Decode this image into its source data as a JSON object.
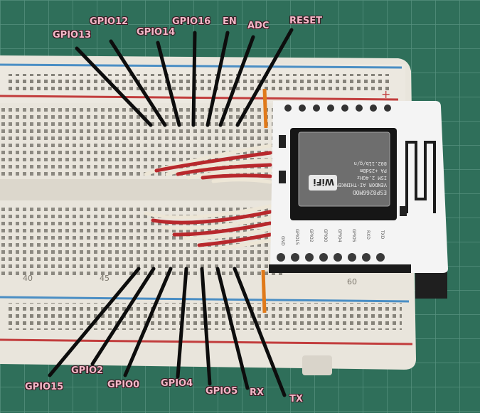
{
  "labels_top": [
    {
      "key": "gpio13",
      "text": "GPIO13"
    },
    {
      "key": "gpio12",
      "text": "GPIO12"
    },
    {
      "key": "gpio14",
      "text": "GPIO14"
    },
    {
      "key": "gpio16",
      "text": "GPIO16"
    },
    {
      "key": "en",
      "text": "EN"
    },
    {
      "key": "adc",
      "text": "ADC"
    },
    {
      "key": "reset",
      "text": "RESET"
    }
  ],
  "labels_bottom": [
    {
      "key": "gpio15",
      "text": "GPIO15"
    },
    {
      "key": "gpio2",
      "text": "GPIO2"
    },
    {
      "key": "gpio0",
      "text": "GPIO0"
    },
    {
      "key": "gpio4",
      "text": "GPIO4"
    },
    {
      "key": "gpio5",
      "text": "GPIO5"
    },
    {
      "key": "rx",
      "text": "RX"
    },
    {
      "key": "tx",
      "text": "TX"
    }
  ],
  "breadboard": {
    "column_numbers": [
      "40",
      "45",
      "60"
    ],
    "rail_plus": "+",
    "rail_minus": "-"
  },
  "module": {
    "shield_text": [
      "ESP8266MOD",
      "VENDOR AI-THINKER",
      "ISM 2.4GHz",
      "PA +25dBm",
      "802.11b/g/n"
    ],
    "wifi_logo": "WiFi",
    "board_pins_bottom": [
      "GND",
      "GPIO15",
      "GPIO2",
      "GPIO0",
      "GPIO4",
      "GPIO5",
      "RXD",
      "TXD"
    ]
  },
  "colors": {
    "label_fill": "#f3b8c8",
    "label_outline": "#3a1a22",
    "leader_line": "#0d0d0d",
    "mat": "#2f6f5a",
    "breadboard": "#e9e5dc",
    "wire_red": "#b8282c",
    "wire_white": "#ede6d6",
    "module_board": "#f4f4f4"
  }
}
